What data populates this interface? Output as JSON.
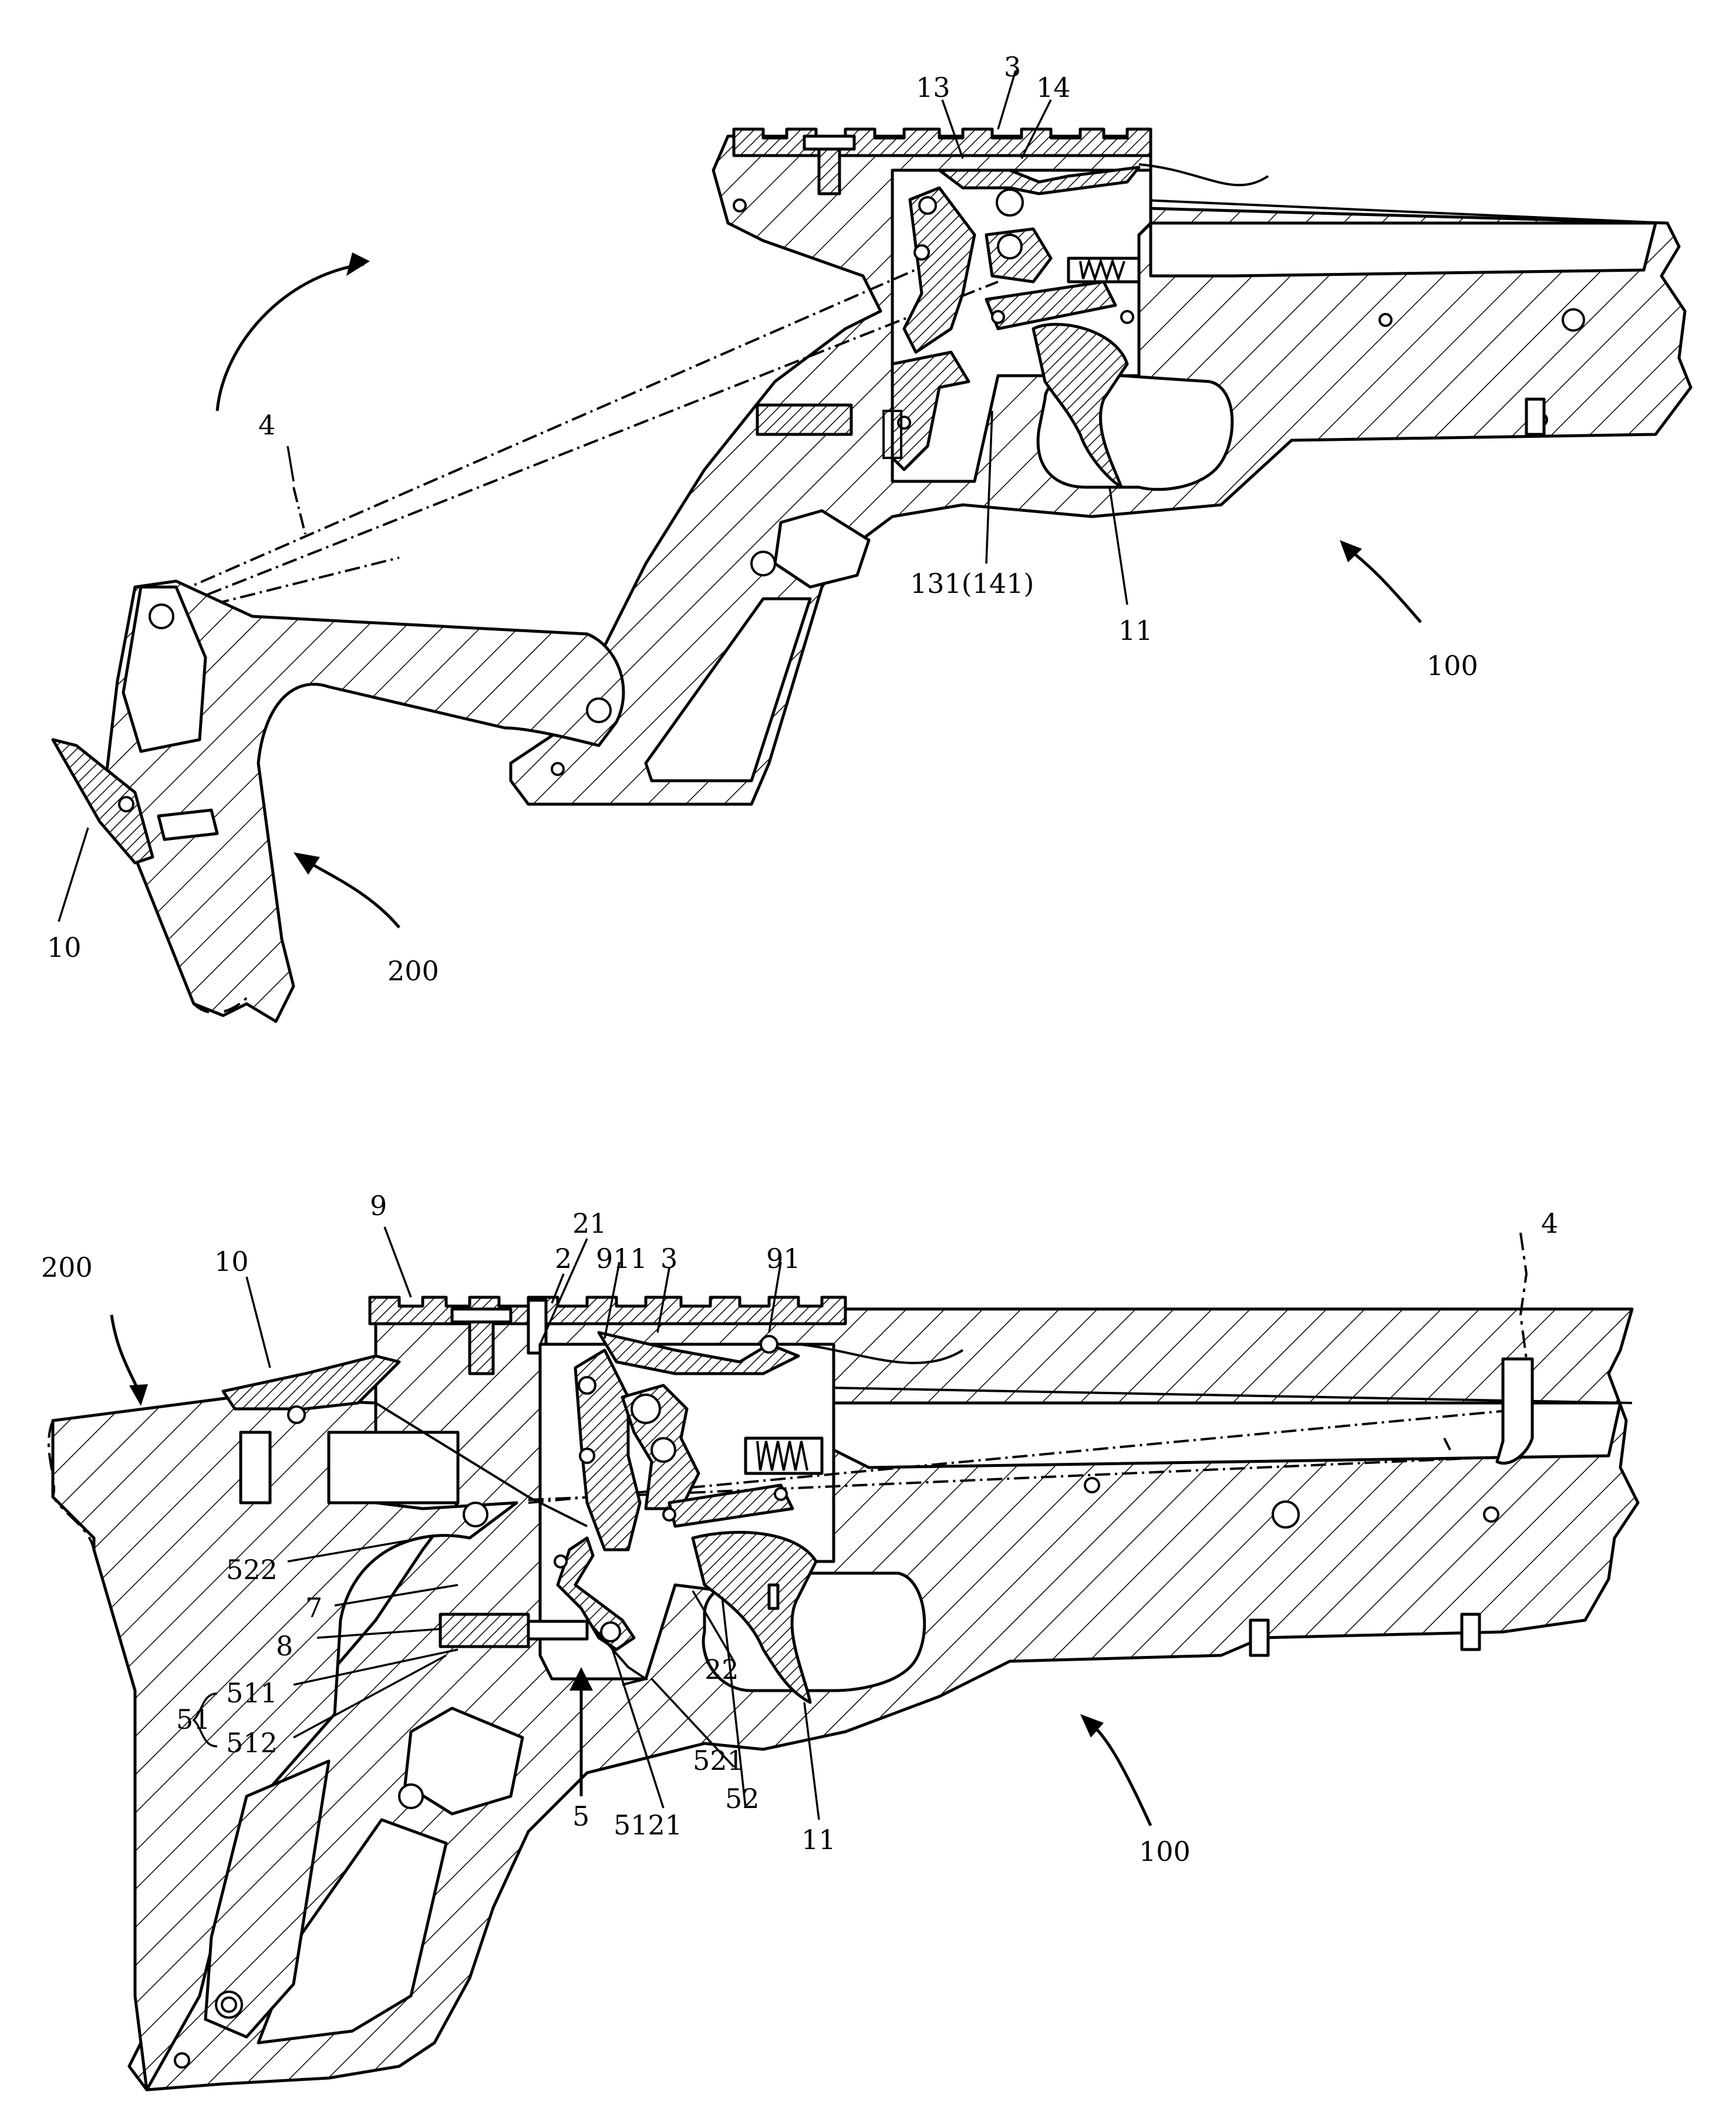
{
  "figure_top": {
    "labels": {
      "l3": "3",
      "l13": "13",
      "l14": "14",
      "l4": "4",
      "l131": "131(141)",
      "l11": "11",
      "l100": "100",
      "l10": "10",
      "l200": "200"
    }
  },
  "figure_bottom": {
    "labels": {
      "l9": "9",
      "l21": "21",
      "l2": "2",
      "l911": "911",
      "l3": "3",
      "l91": "91",
      "l4": "4",
      "l200": "200",
      "l10": "10",
      "l522": "522",
      "l7": "7",
      "l8": "8",
      "l51": "51",
      "l511": "511",
      "l512": "512",
      "l5": "5",
      "l5121": "5121",
      "l521": "521",
      "l52": "52",
      "l22": "22",
      "l11": "11",
      "l100": "100"
    }
  }
}
